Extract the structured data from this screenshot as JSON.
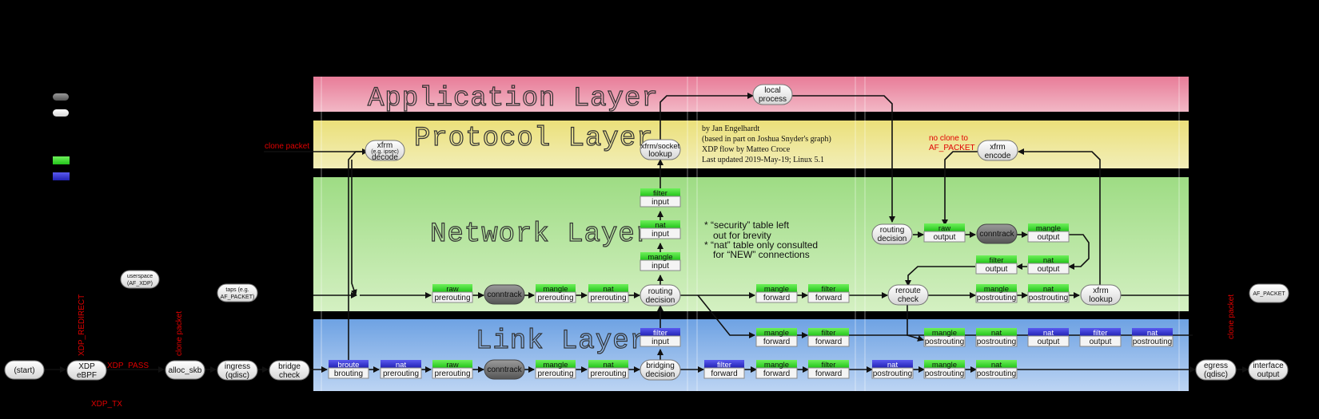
{
  "layers": {
    "application": "Application Layer",
    "protocol": "Protocol Layer",
    "network": "Network Layer",
    "link": "Link Layer"
  },
  "credits": {
    "line1": "by Jan Engelhardt",
    "line2": "(based in part on Joshua Snyder's graph)",
    "line3": "XDP flow by Matteo Croce",
    "line4": "Last updated 2019-May-19; Linux 5.1"
  },
  "notes": {
    "line1": "* “security” table left",
    "line2": "out for brevity",
    "line3": "* “nat” table only consulted",
    "line4": "for “NEW” connections"
  },
  "labels": {
    "clone_packet_top": "clone packet",
    "no_clone_1": "no clone to",
    "no_clone_2": "AF_PACKET",
    "xdp_redirect": "XDP_REDIRECT",
    "xdp_pass": "XDP_PASS",
    "xdp_tx": "XDP_TX",
    "clone_packet_left": "clone packet",
    "clone_packet_right": "clone packet"
  },
  "nodes": {
    "start": "(start)",
    "xdp_1": "XDP",
    "xdp_2": "eBPF",
    "alloc_skb": "alloc_skb",
    "ingress_1": "ingress",
    "ingress_2": "(qdisc)",
    "bridge_1": "bridge",
    "bridge_2": "check",
    "userspace_1": "userspace",
    "userspace_2": "(AF_XDP)",
    "taps_1": "taps (e.g.",
    "taps_2": "AF_PACKET)",
    "local_1": "local",
    "local_2": "process",
    "xfrm_decode_1": "xfrm",
    "xfrm_decode_2": "(e.g. ipsec)",
    "xfrm_decode_3": "decode",
    "xfrm_socket_1": "xfrm/socket",
    "xfrm_socket_2": "lookup",
    "xfrm_encode_1": "xfrm",
    "xfrm_encode_2": "encode",
    "routing_dec_1": "routing",
    "routing_dec_2": "decision",
    "routing_dec2_1": "routing",
    "routing_dec2_2": "decision",
    "reroute_1": "reroute",
    "reroute_2": "check",
    "xfrm_lookup_1": "xfrm",
    "xfrm_lookup_2": "lookup",
    "bridging_1": "bridging",
    "bridging_2": "decision",
    "conntrack": "conntrack",
    "egress_1": "egress",
    "egress_2": "(qdisc)",
    "iface_1": "interface",
    "iface_2": "output",
    "af_packet": "AF_PACKET"
  },
  "tables": {
    "filter": "filter",
    "nat": "nat",
    "mangle": "mangle",
    "raw": "raw",
    "broute": "broute",
    "input": "input",
    "output": "output",
    "forward": "forward",
    "prerouting": "prerouting",
    "postrouting": "postrouting",
    "brouting": "brouting"
  },
  "colors": {
    "application": "#eb9aae",
    "protocol": "#ece58e",
    "network": "#b6e69a",
    "link": "#86b3e9",
    "ip_table": "#38d42e",
    "eb_table": "#2f2fc8",
    "text_red": "#e00000"
  }
}
